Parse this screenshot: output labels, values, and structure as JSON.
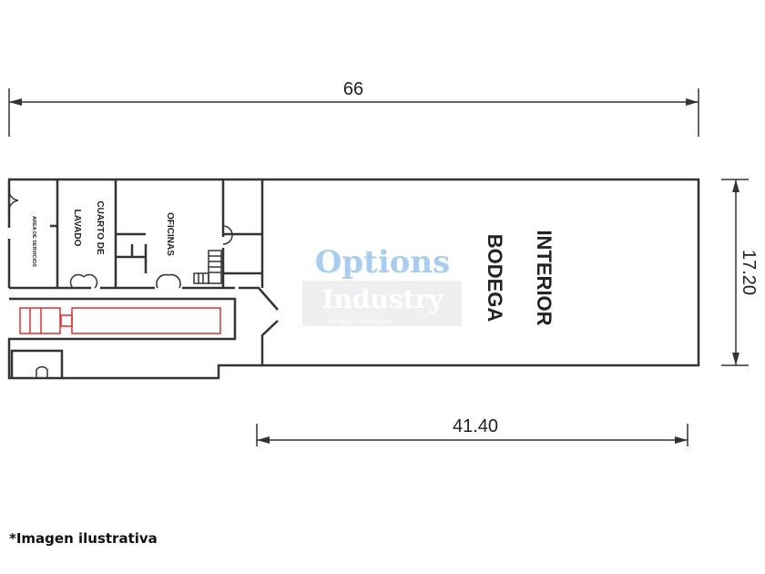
{
  "dimensions": {
    "width_total": "66",
    "height": "17.20",
    "warehouse_width": "41.40"
  },
  "rooms": {
    "interior": "INTERIOR",
    "bodega": "BODEGA",
    "oficinas": "OFICINAS",
    "cuarto_line1": "CUARTO DE",
    "cuarto_line2": "LAVADO",
    "servicios": "AREA DE SERVICIOS"
  },
  "watermark": {
    "line1": "Options",
    "line2": "Industry",
    "tagline": "We Make Things Happen!"
  },
  "footnote": "*Imagen ilustrativa",
  "colors": {
    "walls": "#333333",
    "truck": "#e03030",
    "watermark_blue": "#a9cdf0"
  }
}
